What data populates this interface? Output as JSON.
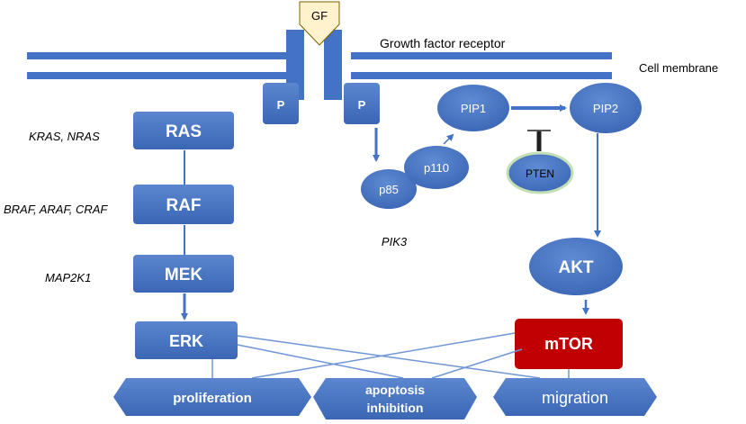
{
  "receptor": {
    "ligand": "GF",
    "receptor_label": "Growth factor receptor",
    "membrane_label": "Cell membrane",
    "phospho_left": "P",
    "phospho_right": "P"
  },
  "mapk": {
    "ras": "RAS",
    "raf": "RAF",
    "mek": "MEK",
    "erk": "ERK",
    "ras_genes": "KRAS, NRAS",
    "raf_genes": "BRAF, ARAF, CRAF",
    "mek_genes": "MAP2K1"
  },
  "pi3k": {
    "p85": "p85",
    "p110": "p110",
    "complex_label": "PIK3",
    "pip1": "PIP1",
    "pip2": "PIP2",
    "pten": "PTEN",
    "akt": "AKT",
    "mtor": "mTOR"
  },
  "outcomes": {
    "proliferation": "proliferation",
    "apoptosis_line1": "apoptosis",
    "apoptosis_line2": "inhibition",
    "migration": "migration"
  },
  "colors": {
    "blue": "#4472c4",
    "blue_dark": "#2f5597",
    "mtor_red": "#c00000",
    "pten_fill": "#4472c4",
    "pten_ring": "#c5e0b4",
    "gf_fill": "#fff2cc"
  }
}
